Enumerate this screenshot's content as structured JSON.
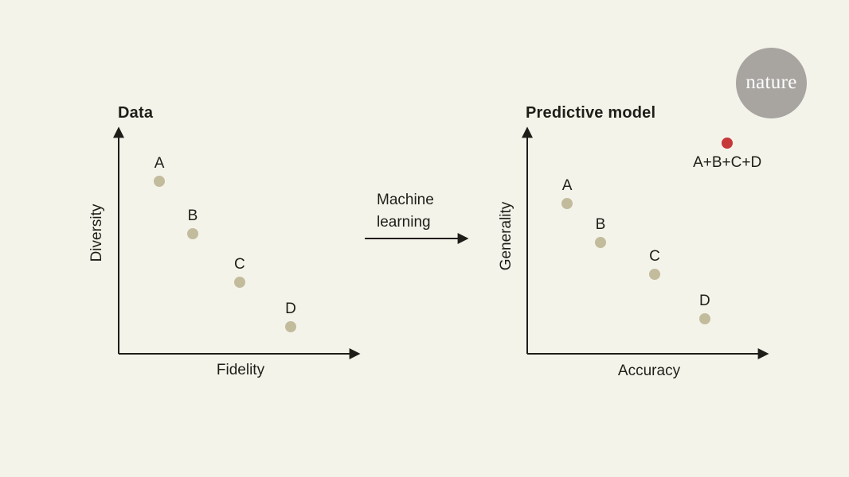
{
  "canvas": {
    "background": "#f4f3ea",
    "ink": "#1f1d17"
  },
  "branding": {
    "logo_text": "nature",
    "logo_color": "#a8a5a1",
    "logo_text_color": "#ffffff"
  },
  "connector": {
    "label_line1": "Machine",
    "label_line2": "learning"
  },
  "chart_data": [
    {
      "type": "scatter",
      "title": "Data",
      "xlabel": "Fidelity",
      "ylabel": "Diversity",
      "axis_ticks": "none",
      "axis_range": [
        0,
        1
      ],
      "points": [
        {
          "label": "A",
          "x": 0.173,
          "y": 0.78,
          "color": "#c2bc9d",
          "label_position": "above"
        },
        {
          "label": "B",
          "x": 0.315,
          "y": 0.543,
          "color": "#c2bc9d",
          "label_position": "above"
        },
        {
          "label": "C",
          "x": 0.515,
          "y": 0.324,
          "color": "#c2bc9d",
          "label_position": "above"
        },
        {
          "label": "D",
          "x": 0.732,
          "y": 0.122,
          "color": "#c2bc9d",
          "label_position": "above"
        }
      ]
    },
    {
      "type": "scatter",
      "title": "Predictive model",
      "xlabel": "Accuracy",
      "ylabel": "Generality",
      "axis_ticks": "none",
      "axis_range": [
        0,
        1
      ],
      "points": [
        {
          "label": "A",
          "x": 0.172,
          "y": 0.68,
          "color": "#c2bc9d",
          "label_position": "above"
        },
        {
          "label": "B",
          "x": 0.316,
          "y": 0.504,
          "color": "#c2bc9d",
          "label_position": "above"
        },
        {
          "label": "C",
          "x": 0.55,
          "y": 0.36,
          "color": "#c2bc9d",
          "label_position": "above"
        },
        {
          "label": "D",
          "x": 0.766,
          "y": 0.158,
          "color": "#c2bc9d",
          "label_position": "above"
        },
        {
          "label": "A+B+C+D",
          "x": 0.863,
          "y": 0.953,
          "color": "#c63839",
          "label_position": "below"
        }
      ]
    }
  ]
}
